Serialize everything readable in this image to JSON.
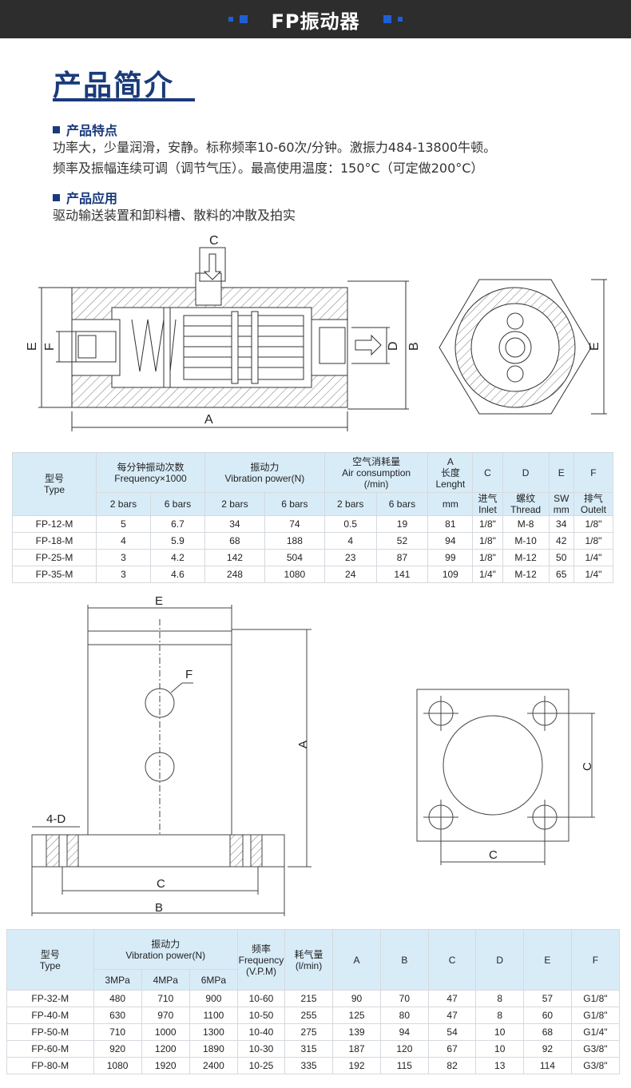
{
  "banner": {
    "title": "FP振动器"
  },
  "intro": {
    "title": "产品简介",
    "features_heading": "产品特点",
    "features_line1": "功率大，少量润滑，安静。标称频率10-60次/分钟。激振力484-13800牛顿。",
    "features_line2": "频率及振幅连续可调（调节气压）。最高使用温度：150°C（可定做200°C）",
    "application_heading": "产品应用",
    "application_text": "驱动输送装置和卸料槽、散料的冲散及拍实"
  },
  "diagram1": {
    "labels": {
      "c": "C",
      "d": "D",
      "b": "B",
      "e": "E",
      "f": "F",
      "a": "A",
      "e2": "E"
    }
  },
  "table1": {
    "headers": {
      "type_cn": "型号",
      "type_en": "Type",
      "freq_cn": "每分钟振动次数",
      "freq_en": "Frequency×1000",
      "vib_cn": "振动力",
      "vib_en": "Vibration power(N)",
      "air_cn": "空气消耗量",
      "air_en": "Air consumption",
      "air_unit": "(/min)",
      "a": "A",
      "c": "C",
      "d": "D",
      "e": "E",
      "f": "F",
      "a_cn": "长度",
      "a_en": "Lenght",
      "a_unit": "mm",
      "c_cn": "进气",
      "c_en": "Inlet",
      "d_cn": "螺纹",
      "d_en": "Thread",
      "e_sw": "SW",
      "e_unit": "mm",
      "f_cn": "排气",
      "f_en": "Outelt",
      "bars2": "2 bars",
      "bars6": "6 bars"
    },
    "rows": [
      [
        "FP-12-M",
        "5",
        "6.7",
        "34",
        "74",
        "0.5",
        "19",
        "81",
        "1/8\"",
        "M-8",
        "34",
        "1/8\""
      ],
      [
        "FP-18-M",
        "4",
        "5.9",
        "68",
        "188",
        "4",
        "52",
        "94",
        "1/8\"",
        "M-10",
        "42",
        "1/8\""
      ],
      [
        "FP-25-M",
        "3",
        "4.2",
        "142",
        "504",
        "23",
        "87",
        "99",
        "1/8\"",
        "M-12",
        "50",
        "1/4\""
      ],
      [
        "FP-35-M",
        "3",
        "4.6",
        "248",
        "1080",
        "24",
        "141",
        "109",
        "1/4\"",
        "M-12",
        "65",
        "1/4\""
      ]
    ]
  },
  "diagram2": {
    "labels": {
      "e": "E",
      "f": "F",
      "a": "A",
      "d4": "4-D",
      "c": "C",
      "b": "B",
      "c2": "C",
      "c3": "C"
    }
  },
  "table2": {
    "headers": {
      "type_cn": "型号",
      "type_en": "Type",
      "vib_cn": "振动力",
      "vib_en": "Vibration power(N)",
      "freq_cn": "频率",
      "freq_en": "Frequency",
      "freq_unit": "(V.P.M)",
      "air_cn": "耗气量",
      "air_unit": "(l/min)",
      "a": "A",
      "b": "B",
      "c": "C",
      "d": "D",
      "e": "E",
      "f": "F",
      "p3": "3MPa",
      "p4": "4MPa",
      "p6": "6MPa"
    },
    "rows": [
      [
        "FP-32-M",
        "480",
        "710",
        "900",
        "10-60",
        "215",
        "90",
        "70",
        "47",
        "8",
        "57",
        "G1/8\""
      ],
      [
        "FP-40-M",
        "630",
        "970",
        "1100",
        "10-50",
        "255",
        "125",
        "80",
        "47",
        "8",
        "60",
        "G1/8\""
      ],
      [
        "FP-50-M",
        "710",
        "1000",
        "1300",
        "10-40",
        "275",
        "139",
        "94",
        "54",
        "10",
        "68",
        "G1/4\""
      ],
      [
        "FP-60-M",
        "920",
        "1200",
        "1890",
        "10-30",
        "315",
        "187",
        "120",
        "67",
        "10",
        "92",
        "G3/8\""
      ],
      [
        "FP-80-M",
        "1080",
        "1920",
        "2400",
        "10-25",
        "335",
        "192",
        "115",
        "82",
        "13",
        "114",
        "G3/8\""
      ]
    ]
  }
}
